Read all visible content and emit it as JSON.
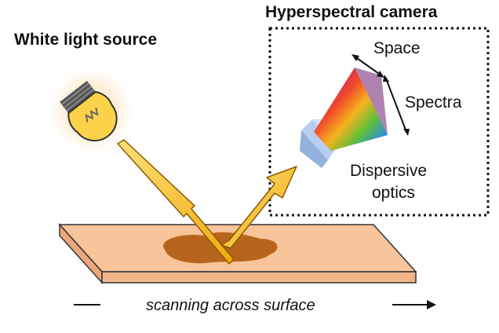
{
  "labels": {
    "light_source": "White light source",
    "camera": "Hyperspectral camera",
    "space": "Space",
    "spectra": "Spectra",
    "dispersive_line1": "Dispersive",
    "dispersive_line2": "optics",
    "scanning": "scanning across surface"
  },
  "colors": {
    "slab_top": "#f9c49a",
    "slab_front": "#f2b58a",
    "stain": "#b7651c",
    "beam": "#f7c21b",
    "bulb": "#fbd24a",
    "glow": "#fde7c0",
    "optics": "#a9c6ee"
  },
  "icons": {
    "bulb": "light-bulb-icon",
    "arrow": "arrow-right-icon"
  }
}
